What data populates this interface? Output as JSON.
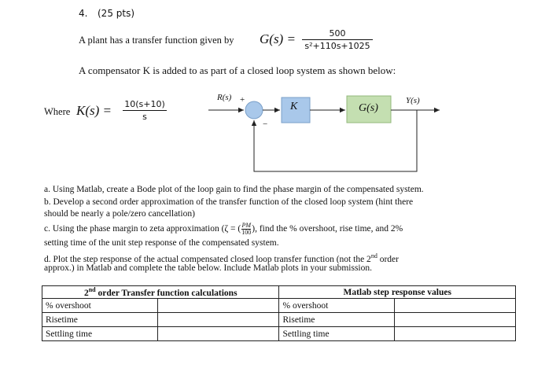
{
  "problem": {
    "number": "4.",
    "points": "(25 pts)",
    "plant_text": "A plant has a transfer function given by",
    "plant_lhs": "G(s) =",
    "plant_num": "500",
    "plant_den": "s²+110s+1025",
    "compensator_text": "A compensator K is added to as part of a closed loop system as shown below:",
    "where_text": "Where",
    "k_lhs": "K(s) =",
    "k_num": "10(s+10)",
    "k_den": "s"
  },
  "diagram": {
    "input_label": "R(s)",
    "plus_sign": "+",
    "minus_sign": "−",
    "k_block": "K",
    "g_block": "G(s)",
    "output_label": "Y(s)"
  },
  "tasks": {
    "a": "a. Using Matlab, create a Bode plot of the loop gain to find the phase margin of the compensated system.",
    "b1": "b. Develop a second order approximation of the transfer function of the closed loop system (hint there",
    "b2": "should be nearly a pole/zero cancellation)",
    "c1_pre": "c. Using the phase margin to zeta approximation (ζ = (",
    "c1_num": "PM",
    "c1_den": "100",
    "c1_post": "), find the % overshoot, rise time, and 2%",
    "c2": "setting time of the unit step response of the compensated system.",
    "d1_pre": "d. Plot the step response of the actual compensated closed loop transfer function (not the 2",
    "d1_sup": "nd",
    "d1_post": " order",
    "d2": "approx.) in Matlab and complete the table below. Include Matlab plots in your submission."
  },
  "table": {
    "left_header_pre": "2",
    "left_header_sup": "nd",
    "left_header_post": " order Transfer function calculations",
    "right_header": "Matlab step response values",
    "rows": [
      {
        "left": "% overshoot",
        "right": "% overshoot"
      },
      {
        "left": "Risetime",
        "right": "Risetime"
      },
      {
        "left": "Settling time",
        "right": "Settling time"
      }
    ]
  }
}
